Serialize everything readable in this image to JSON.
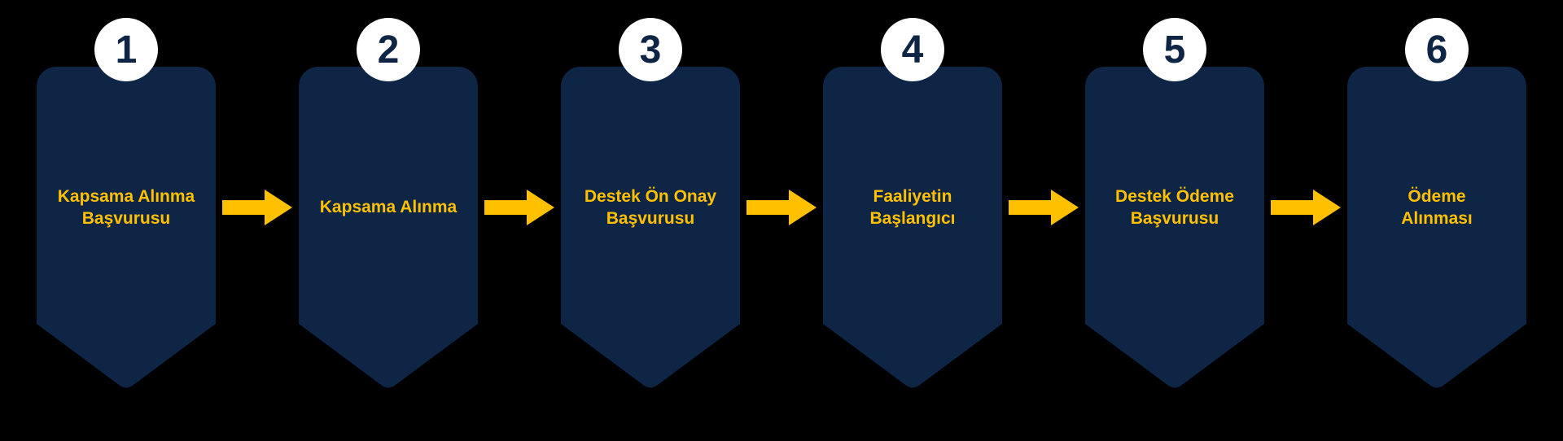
{
  "diagram": {
    "colors": {
      "background": "#000000",
      "shape_navy": "#0e2545",
      "accent_gold": "#ffc000",
      "badge_white": "#ffffff"
    },
    "steps": [
      {
        "number": "1",
        "label": "Kapsama Alınma\nBaşvurusu"
      },
      {
        "number": "2",
        "label": "Kapsama Alınma"
      },
      {
        "number": "3",
        "label": "Destek Ön Onay\nBaşvurusu"
      },
      {
        "number": "4",
        "label": "Faaliyetin\nBaşlangıcı"
      },
      {
        "number": "5",
        "label": "Destek Ödeme\nBaşvurusu"
      },
      {
        "number": "6",
        "label": "Ödeme\nAlınması"
      }
    ]
  }
}
